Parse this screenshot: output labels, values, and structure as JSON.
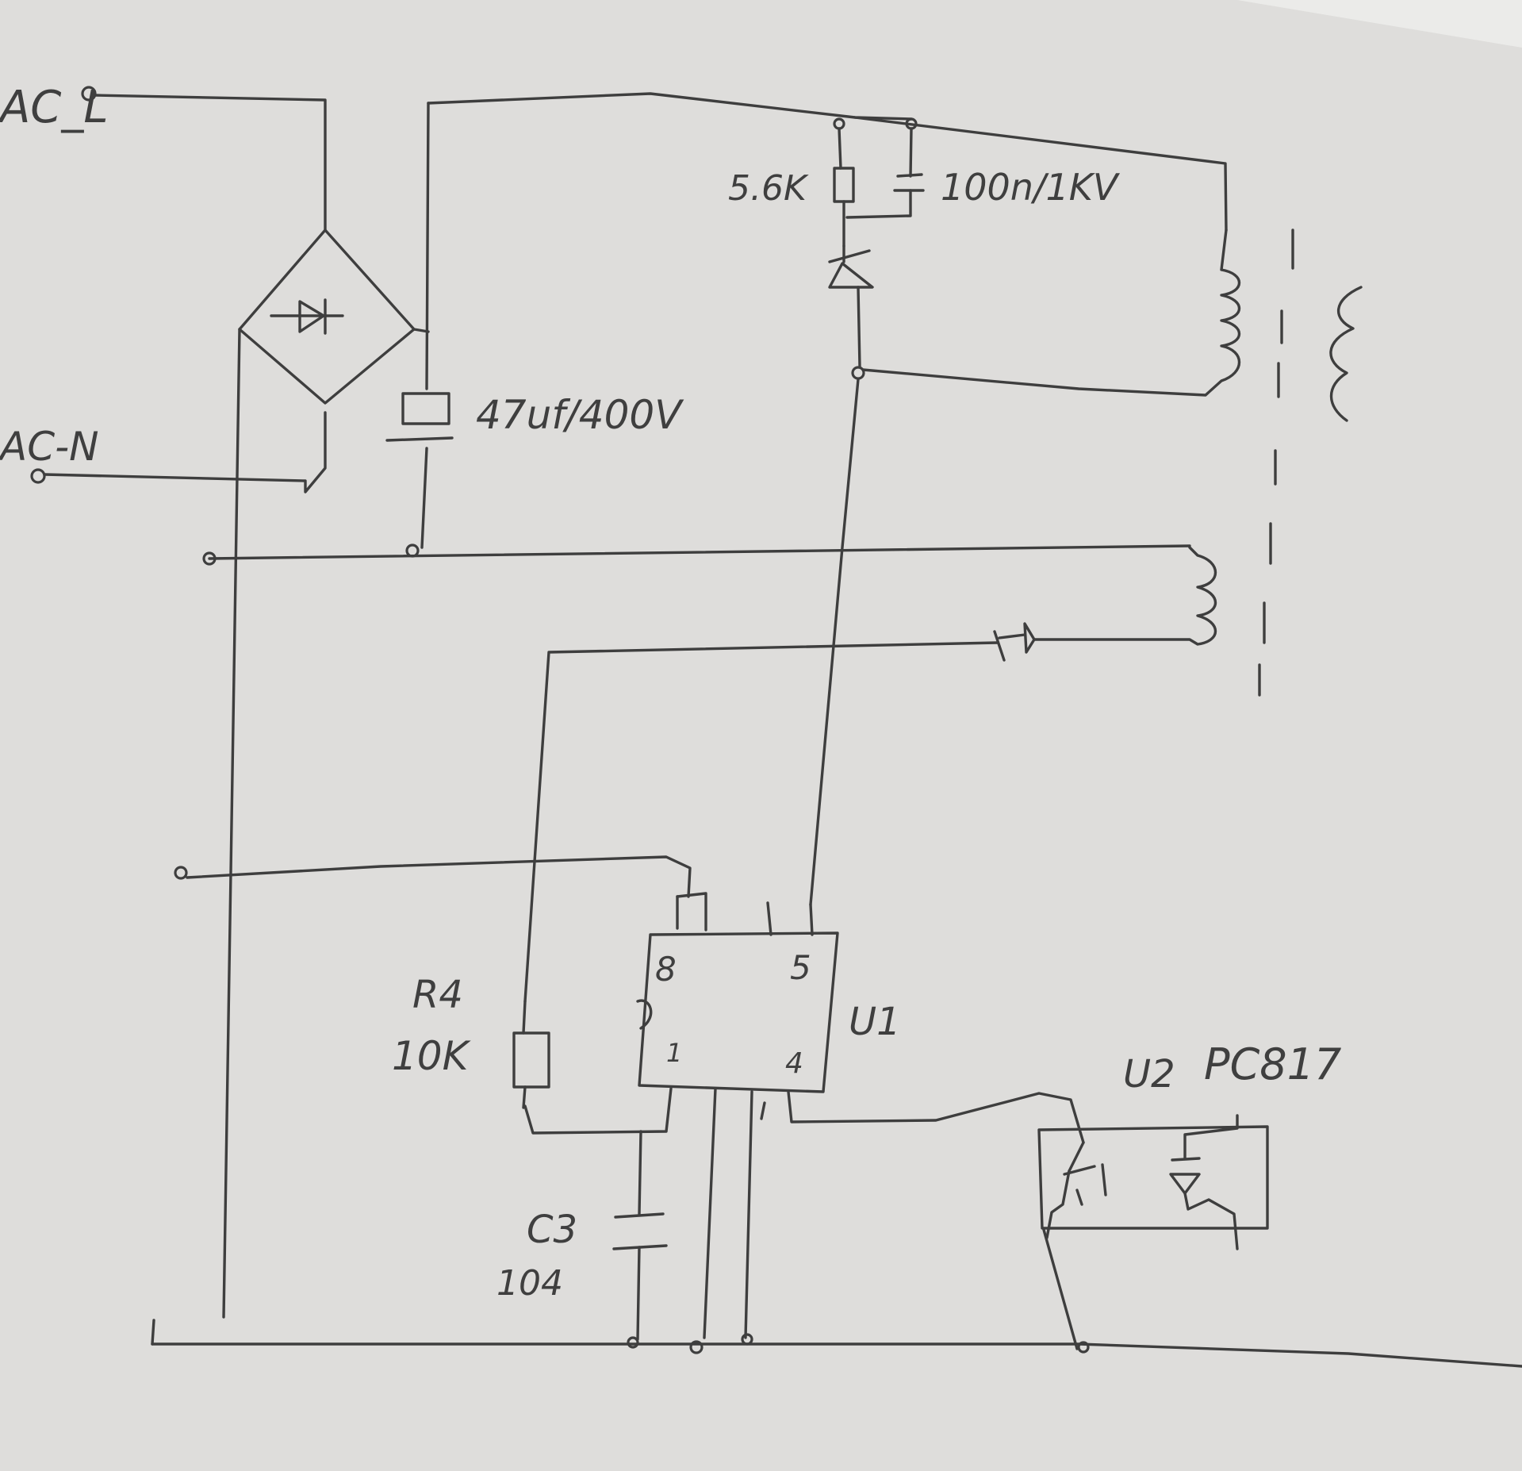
{
  "labels": {
    "ac_l": "AC_L",
    "ac_n": "AC-N",
    "r_snubber": "5.6K",
    "c_snubber": "100n/1KV",
    "c_bulk": "47uf/400V",
    "r4_ref": "R4",
    "r4_val": "10K",
    "c3_ref": "C3",
    "c3_val": "104",
    "u1": "U1",
    "u2": "U2",
    "u2_part": "PC817",
    "pin8": "8",
    "pin5": "5",
    "pin1": "1",
    "pin4": "4"
  }
}
